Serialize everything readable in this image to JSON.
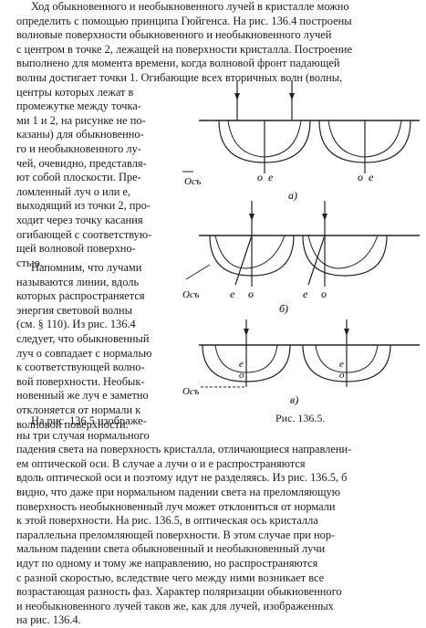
{
  "para1": [
    "Ход обыкновенного и необыкновенного лучей в кристалле можно",
    "определить с помощью принципа Гюйгенса. На рис. 136.4 построены",
    "волновые поверхности обыкновенного и необыкновенного лучей",
    "с центром в точке 2, лежащей на поверхности кристалла. Построение",
    "выполнено для момента времени, когда волновой фронт падающей",
    "волны достигает точки 1. Огибающие всех вторичных волн (волны,",
    "центры которых лежат в",
    "промежутке между точка-",
    "ми 1 и 2, на рисунке не по-",
    "казаны) для обыкновенно-",
    "го и необыкновенного лу-",
    "чей, очевидно, представля-",
    "ют собой плоскости. Пре-",
    "ломленный луч o или e,",
    "выходящий из точки 2, про-",
    "ходит через точку касания",
    "огибающей с соответствую-",
    "щей волновой поверхно-",
    "стью."
  ],
  "para2": [
    "Напомним, что лучами",
    "называются линии, вдоль",
    "которых распространяется",
    "энергия световой волны",
    "(см. § 110). Из рис. 136.4",
    "следует, что обыкновенный",
    "луч o совпадает с нормалью",
    "к соответствующей волно-",
    "вой поверхности. Необык-",
    "новенный же луч e заметно",
    "отклоняется от нормали к",
    "волновой поверхности."
  ],
  "para3": [
    "На рис. 136.5 изображе-",
    "ны три случая нормального",
    "падения света на поверхность кристалла, отличающиеся направлени-",
    "ем оптической оси. В случае a лучи o и e распространяются",
    "вдоль оптической оси и поэтому идут не разделяясь. Из рис. 136.5, б",
    "видно, что даже при нормальном падении света на преломляющую",
    "поверхность необыкновенный луч может отклониться от нормали",
    "к этой поверхности. На рис. 136.5, в оптическая ось кристалла",
    "параллельна преломляющей поверхности. В этом случае при нор-",
    "мальном падении света обыкновенный и необыкновенный лучи",
    "идут по одному и тому же направлению, но распространяются",
    "с разной скоростью, вследствие чего между ними возникает все",
    "возрастающая разность фаз. Характер поляризации обыкновенного",
    "и необыкновенного лучей таков же, как для лучей, изображенных",
    "на рис. 136.4."
  ],
  "figure": {
    "caption": "Рис. 136.5.",
    "axis_label": "Осъ",
    "o_label": "o",
    "e_label": "e",
    "panel_a": "а)",
    "panel_b": "б)",
    "panel_c": "в)"
  }
}
